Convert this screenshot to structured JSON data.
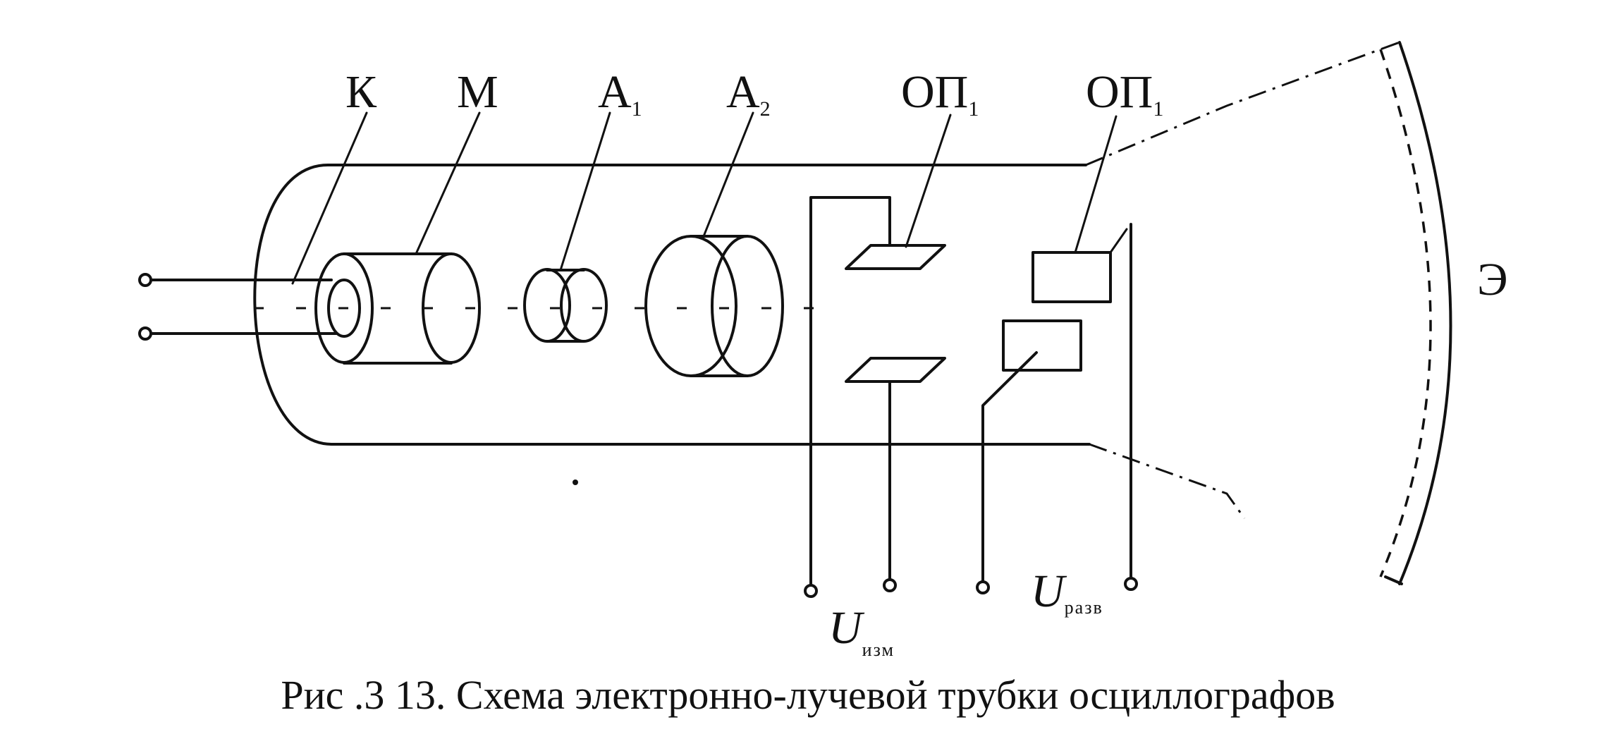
{
  "labels": {
    "cathode": "К",
    "modulator": "М",
    "anode1": {
      "main": "А",
      "sub": "1"
    },
    "anode2": {
      "main": "А",
      "sub": "2"
    },
    "vertical_plates": {
      "main": "ОП",
      "sub": "1"
    },
    "horizontal_plates": {
      "main": "ОП",
      "sub": "1"
    },
    "screen": "Э",
    "voltage_measured": {
      "main": "U",
      "sub": "изм"
    },
    "voltage_sweep": {
      "main": "U",
      "sub": "разв"
    }
  },
  "caption": "Рис .3 13. Схема электронно-лучевой трубки осциллографов"
}
